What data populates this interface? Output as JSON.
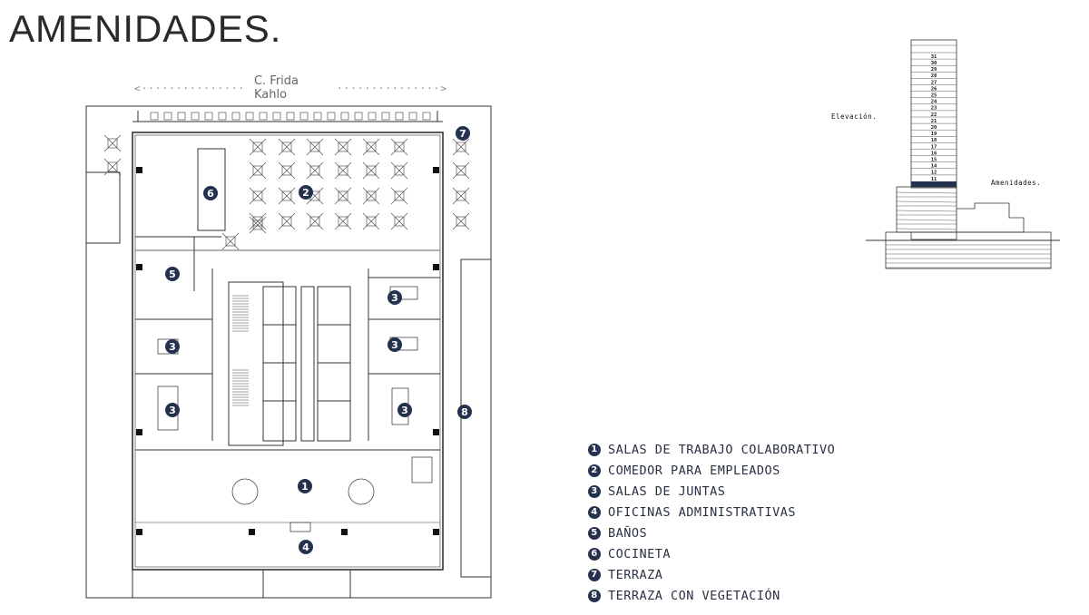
{
  "title": "AMENIDADES.",
  "street": {
    "name": "C. Frida Kahlo",
    "left_arrow": "<···············",
    "right_arrow": "···············>"
  },
  "elevation": {
    "label": "Elevación.",
    "amenities_label": "Amenidades.",
    "floors": [
      "31",
      "30",
      "29",
      "28",
      "27",
      "26",
      "25",
      "24",
      "23",
      "22",
      "21",
      "20",
      "19",
      "18",
      "17",
      "16",
      "15",
      "14",
      "12",
      "11"
    ]
  },
  "legend": [
    {
      "num": "1",
      "label": "SALAS DE TRABAJO COLABORATIVO"
    },
    {
      "num": "2",
      "label": "COMEDOR PARA EMPLEADOS"
    },
    {
      "num": "3",
      "label": "SALAS DE JUNTAS"
    },
    {
      "num": "4",
      "label": "OFICINAS ADMINISTRATIVAS"
    },
    {
      "num": "5",
      "label": "BAÑOS"
    },
    {
      "num": "6",
      "label": "COCINETA"
    },
    {
      "num": "7",
      "label": "TERRAZA"
    },
    {
      "num": "8",
      "label": "TERRAZA CON VEGETACIÓN"
    }
  ],
  "markers": [
    "1",
    "2",
    "3",
    "3",
    "3",
    "3",
    "3",
    "4",
    "5",
    "6",
    "7",
    "8"
  ],
  "colors": {
    "marker": "#25324f",
    "line": "#333333",
    "highlight": "#25324f"
  }
}
